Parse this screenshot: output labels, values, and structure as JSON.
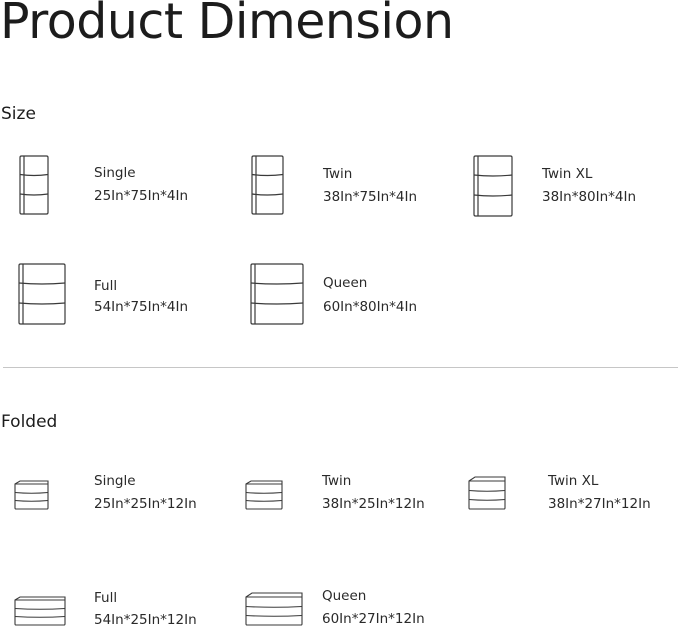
{
  "title": "Product Dimension",
  "sections": [
    {
      "label": "Size",
      "icon_name": "mattress-stack-icon",
      "items": [
        {
          "name": "Single",
          "dims": "25In*75In*4In"
        },
        {
          "name": "Twin",
          "dims": "38In*75In*4In"
        },
        {
          "name": "Twin XL",
          "dims": "38In*80In*4In"
        },
        {
          "name": "Full",
          "dims": "54In*75In*4In"
        },
        {
          "name": "Queen",
          "dims": "60In*80In*4In"
        }
      ]
    },
    {
      "label": "Folded",
      "icon_name": "folded-mattress-icon",
      "items": [
        {
          "name": "Single",
          "dims": "25In*25In*12In"
        },
        {
          "name": "Twin",
          "dims": "38In*25In*12In"
        },
        {
          "name": "Twin XL",
          "dims": "38In*27In*12In"
        },
        {
          "name": "Full",
          "dims": "54In*25In*12In"
        },
        {
          "name": "Queen",
          "dims": "60In*27In*12In"
        }
      ]
    }
  ]
}
